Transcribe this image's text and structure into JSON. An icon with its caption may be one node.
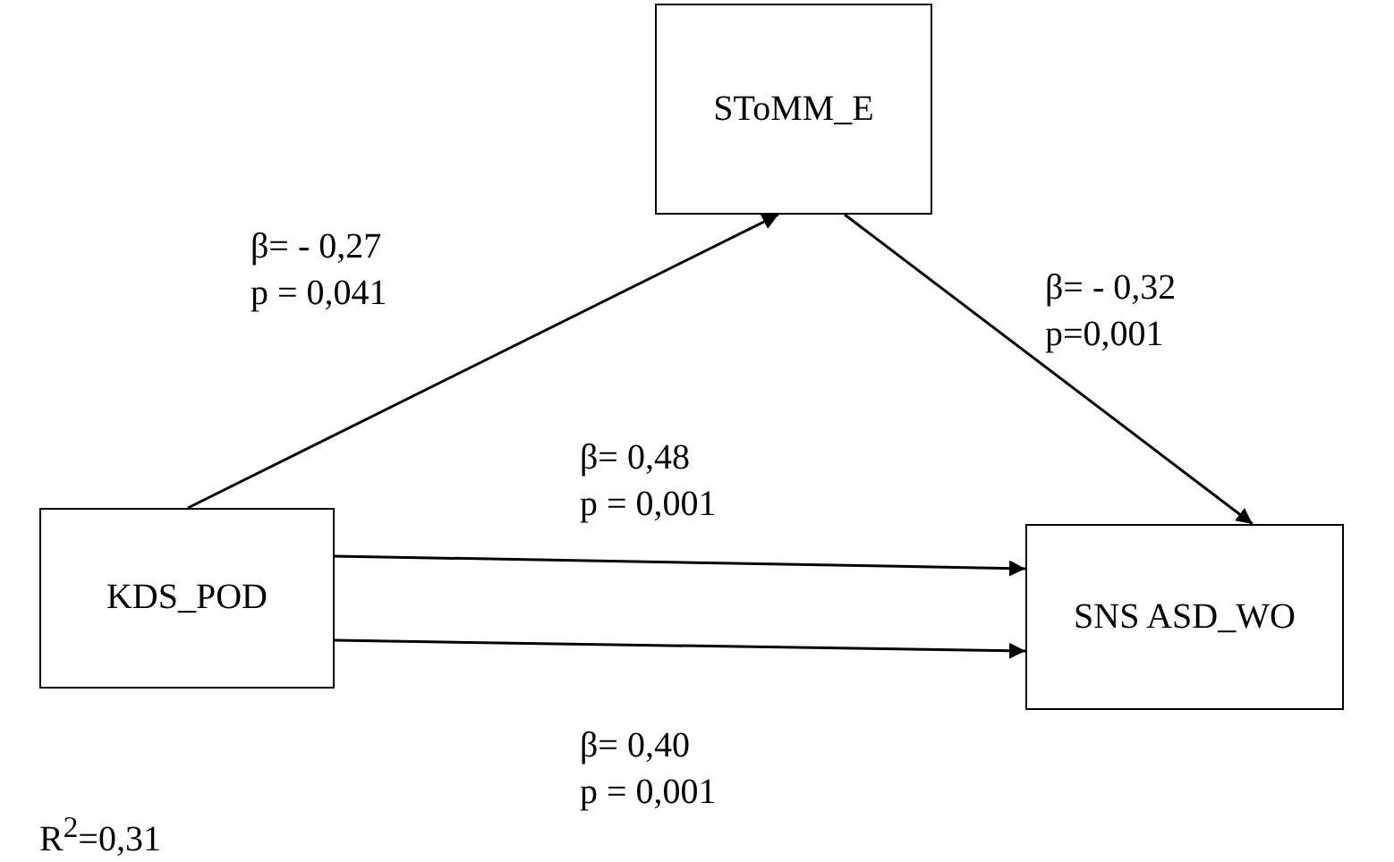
{
  "diagram": {
    "nodes": [
      {
        "text": [
          "SToMM_E"
        ]
      },
      {
        "text": [
          "KDS_POD"
        ]
      },
      {
        "text": [
          "SNS ASD_WO"
        ]
      }
    ],
    "edges": [
      {
        "from": 1,
        "to": 0,
        "arrow": "to",
        "label": "β= - 0,27 p = 0,041"
      },
      {
        "from": 0,
        "to": 2,
        "arrow": "to",
        "label": "β= - 0,32 p=0,001"
      },
      {
        "from": 1,
        "to": 2,
        "arrow": "to",
        "label": "β= 0,48 p = 0,001"
      },
      {
        "from": 1,
        "to": 2,
        "arrow": "to",
        "label": "β= 0,40 p = 0,001"
      }
    ],
    "labels": [
      "R$^{2}$=0,31"
    ]
  }
}
